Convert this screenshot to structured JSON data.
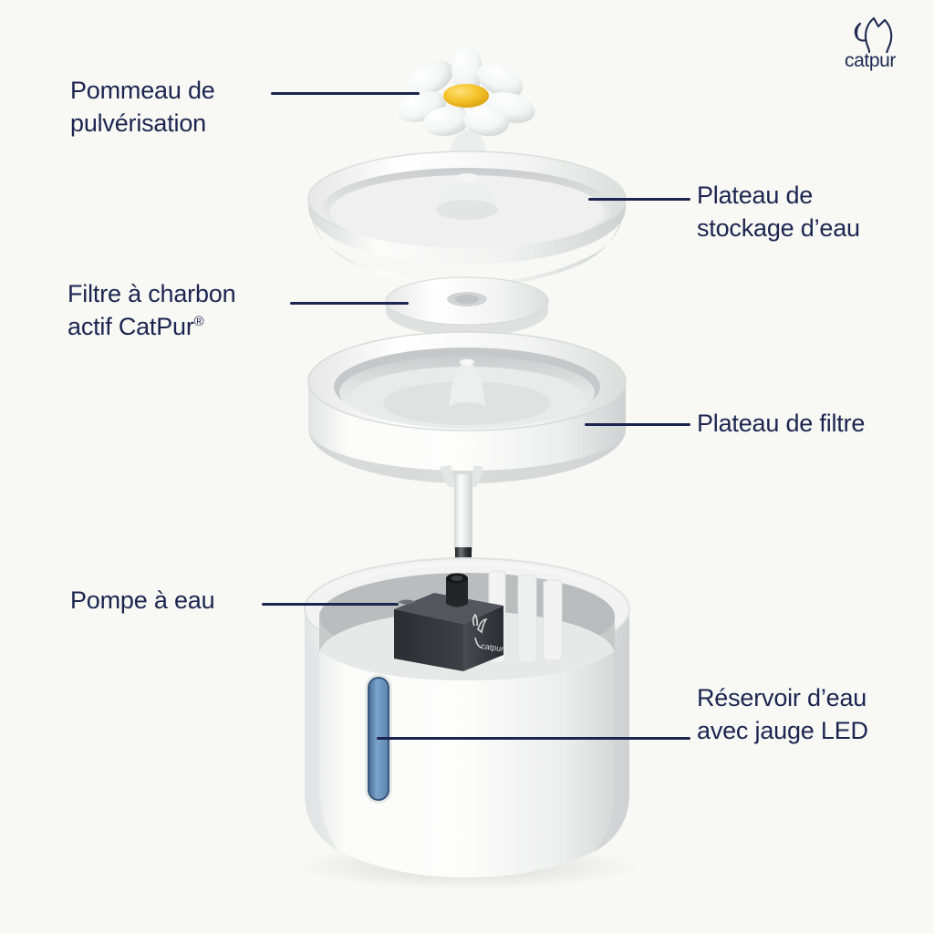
{
  "background_color": "#f8f8f4",
  "brand": {
    "name": "catpur",
    "logo_icon": "cat-silhouette-icon",
    "color": "#1d2a52"
  },
  "diagram": {
    "title_color": "#1b2550",
    "leader_line_color": "#1b2550",
    "callouts": [
      {
        "id": "spray-head",
        "side": "left",
        "text": "Pommeau de\npulvérisation",
        "part_icon": "daisy-flower-spray-head"
      },
      {
        "id": "water-storage-tray",
        "side": "right",
        "text": "Plateau de\nstockage d’eau",
        "part_icon": "shallow-dish-tray"
      },
      {
        "id": "carbon-filter",
        "side": "left",
        "text_before": "Filtre à charbon\nactif CatPur",
        "trademark": "®",
        "part_icon": "round-filter-disc"
      },
      {
        "id": "filter-tray",
        "side": "right",
        "text": "Plateau de filtre",
        "part_icon": "deep-rimmed-tray"
      },
      {
        "id": "water-pump",
        "side": "left",
        "text": "Pompe à eau",
        "part_icon": "pump-module"
      },
      {
        "id": "water-reservoir",
        "side": "right",
        "text": "Réservoir d’eau\navec jauge LED",
        "part_icon": "reservoir-tub"
      }
    ]
  },
  "product": {
    "name": "cat water fountain exploded view",
    "colors": {
      "body_white": "#fbfbfa",
      "shadow_gray": "#c9cbcb",
      "flower_center": "#f5c32c",
      "pump_dark": "#3a3d42",
      "led_gauge_blue": "#6a93bd",
      "tube_dark": "#2b2d30"
    },
    "pump_logo_text": "catpur"
  }
}
